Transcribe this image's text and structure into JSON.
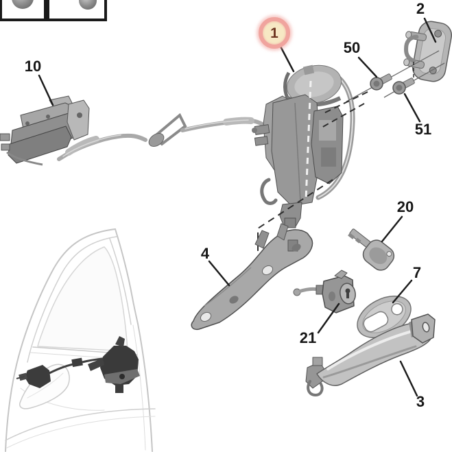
{
  "diagram": {
    "selected_part": "1",
    "colors": {
      "highlight_ring": "#f0a49e",
      "highlight_fill": "#f7e8c4",
      "highlight_text": "#6d3420",
      "label_text": "#161616",
      "background": "#ffffff"
    },
    "labels": {
      "part1": "1",
      "part2": "2",
      "part3": "3",
      "part4": "4",
      "part7": "7",
      "part10": "10",
      "part20": "20",
      "part21": "21",
      "part50": "50",
      "part51": "51"
    }
  }
}
